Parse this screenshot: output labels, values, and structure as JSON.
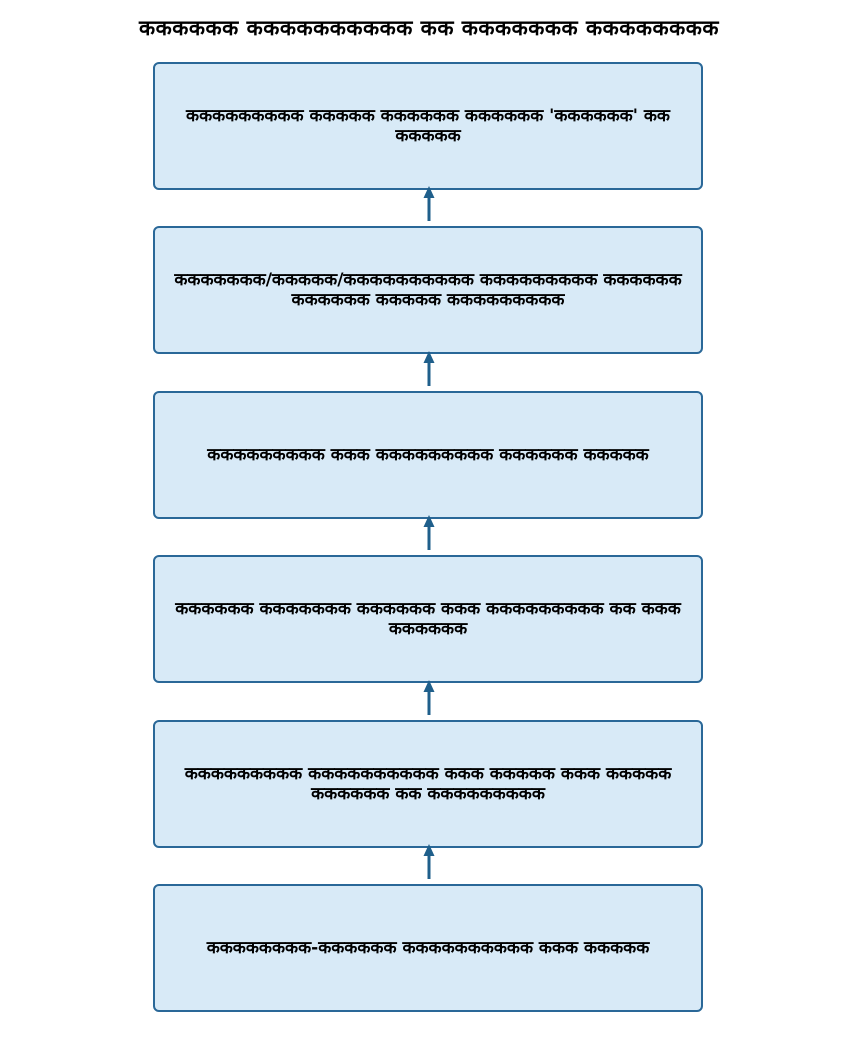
{
  "diagram": {
    "title": "कककककक कककककककककक कक ककककककक कककककककक",
    "steps": [
      "ककककककककक ककककक कककककक कककककक 'कककककक' कक ककककक",
      "ककककककक/ककककक/कककककककककक ककककककककक कककककक कककककक ककककक ककककककककक",
      "ककककककककक ककक ककककककककक कककककक ककककक",
      "कककककक ककककककक कककककक ककक ककककककककक कक ककक कककककक",
      "ककककककककक कककककककककक ककक ककककक ककक ककककक कककककक कक ककककककककक",
      "कककककककक-कककककक कककककककककक ककक ककककक"
    ],
    "colors": {
      "box_fill": "#d8eaf7",
      "box_border": "#2a6898",
      "arrow": "#1f5f8b"
    }
  }
}
